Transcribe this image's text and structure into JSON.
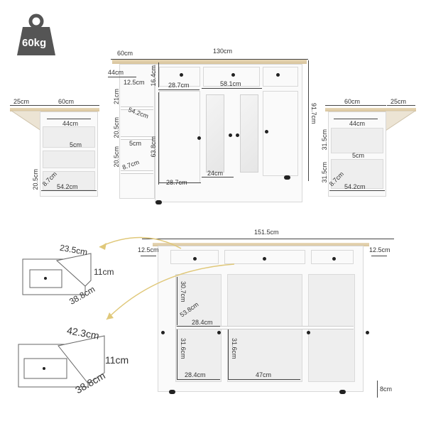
{
  "weight_badge": {
    "label": "60kg",
    "color": "#555555"
  },
  "main_view": {
    "top_depth": "60cm",
    "top_width": "130cm",
    "shelf_outer_width": "44cm",
    "shelf_inner_width": "12.5cm",
    "drawer_height": "16.4cm",
    "left_drawer_width": "28.7cm",
    "center_drawer_width": "58.1cm",
    "side_shelf_height_1": "21cm",
    "side_shelf_height_2": "20.5cm",
    "side_shelf_height_3": "20.5cm",
    "side_shelf_depth": "54.2cm",
    "side_shelf_lip": "5cm",
    "side_shelf_diag": "8.7cm",
    "cabinet_height": "63.8cm",
    "total_height": "91.7cm",
    "left_door_width": "28.7cm",
    "glass_door_width": "24cm"
  },
  "left_side_view": {
    "flap": "25cm",
    "depth": "60cm",
    "inner_width": "44cm",
    "lip": "5cm",
    "shelf_height": "20.5cm",
    "diag": "8.7cm",
    "bottom_depth": "54.2cm"
  },
  "right_side_view": {
    "depth": "60cm",
    "flap": "25cm",
    "inner_width": "44cm",
    "shelf_height_1": "31.5cm",
    "lip": "5cm",
    "shelf_height_2": "31.5cm",
    "diag": "8.7cm",
    "bottom_depth": "54.2cm"
  },
  "open_view": {
    "total_width": "151.5cm",
    "left_flap": "12.5cm",
    "right_flap": "12.5cm",
    "upper_compartment_height": "30.7cm",
    "compartment_depth": "53.8cm",
    "upper_compartment_width": "28.4cm",
    "lower_left_height": "31.6cm",
    "lower_left_width": "28.4cm",
    "center_height": "31.6cm",
    "center_width": "47cm",
    "wheel_height": "8cm"
  },
  "small_drawer": {
    "width": "23.5cm",
    "height": "11cm",
    "depth": "38.8cm"
  },
  "large_drawer": {
    "width": "42.3cm",
    "height": "11cm",
    "depth": "38.8cm"
  },
  "colors": {
    "wood_top": "#d8c49c",
    "body": "#fafafa",
    "arrow": "#e0c87a"
  }
}
